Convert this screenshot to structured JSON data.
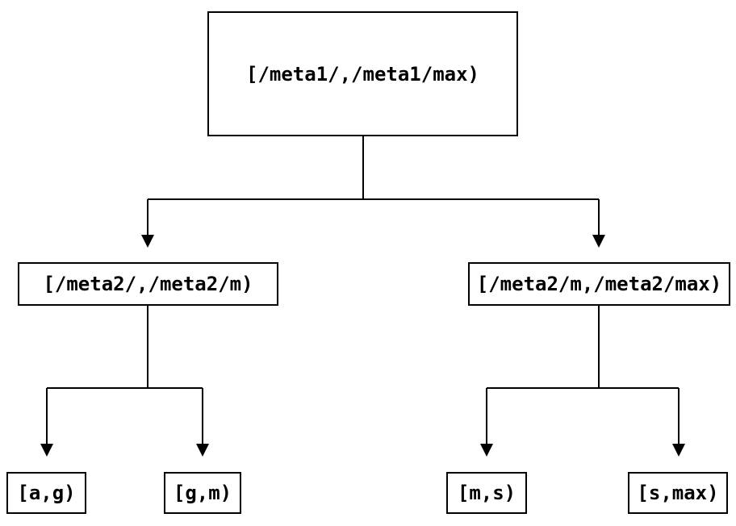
{
  "diagram": {
    "type": "range-partition-tree",
    "colors": {
      "line": "#000000",
      "text": "#000000",
      "background": "#ffffff"
    },
    "root": {
      "label": "[/meta1/,/meta1/max)"
    },
    "level2": [
      {
        "label": "[/meta2/,/meta2/m)"
      },
      {
        "label": "[/meta2/m,/meta2/max)"
      }
    ],
    "leaves": [
      {
        "label": "[a,g)"
      },
      {
        "label": "[g,m)"
      },
      {
        "label": "[m,s)"
      },
      {
        "label": "[s,max)"
      }
    ]
  }
}
